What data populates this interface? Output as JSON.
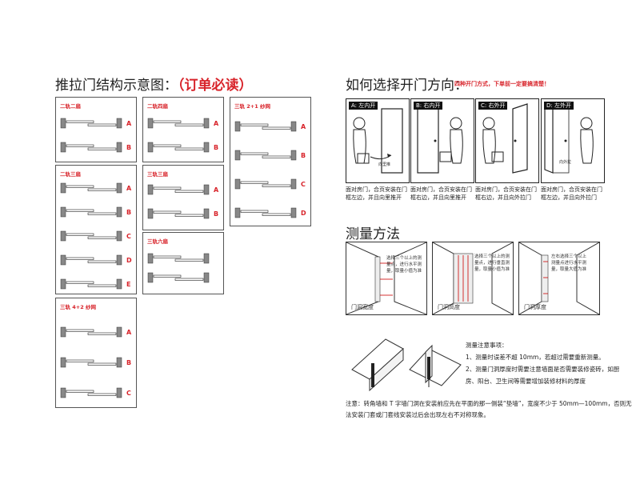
{
  "left_section": {
    "title": "推拉门结构示意图：",
    "title_emphasis": "（订单必读）",
    "panels": [
      {
        "title": "二轨二扇",
        "rows": [
          "A",
          "B"
        ]
      },
      {
        "title": "二轨四扇",
        "rows": [
          "A",
          "B"
        ]
      },
      {
        "title": "三轨 2+1 纱网",
        "rows": [
          "A",
          "B",
          "C",
          "D"
        ]
      },
      {
        "title": "二轨三扇",
        "rows": [
          "A",
          "B",
          "C",
          "D",
          "E"
        ]
      },
      {
        "title": "三轨三扇",
        "rows": [
          "A",
          "B"
        ]
      },
      {
        "title": "三轨六扇",
        "rows": []
      },
      {
        "title": "三轨 4+2 纱网",
        "rows": [
          "A",
          "B",
          "C"
        ]
      }
    ]
  },
  "right_section": {
    "title": "如何选择开门方向：",
    "title_note": "四种开门方式，下单前一定要搞清楚！",
    "doors": [
      {
        "label": "A: 左内开",
        "desc": "面对房门，合页安装在门框左边，并且向里推开"
      },
      {
        "label": "B: 右内开",
        "desc": "面对房门，合页安装在门框右边，并且向里推开"
      },
      {
        "label": "C: 右外开",
        "desc": "面对房门，合页安装在门框右边，并且向外拉门"
      },
      {
        "label": "D: 左外开",
        "desc": "面对房门，合页安装在门框左边，并且向外拉门"
      }
    ],
    "door_arrow_label": "向里推",
    "door_arrow_label_2": "向外拉",
    "measure_title": "测量方法",
    "measure_boxes": [
      {
        "caption": "门洞宽度",
        "note": "选择三个以上的测量点，进行水平测量，取量小值为准"
      },
      {
        "caption": "门洞高度",
        "note": "选择三个以上的测量点，进行垂直测量，取量小值为准"
      },
      {
        "caption": "门洞厚度",
        "note": "左右选择三个以上测量点进行水平测量，取量大值为准"
      }
    ],
    "notes_title": "测量注意事项：",
    "notes": [
      "1、测量时误差不超 10mm，若超过需要重新测量。",
      "2、测量门洞厚度时需要注意墙面是否需要装修瓷砖，如厨房、阳台、卫生间等需要增加装修材料的厚度"
    ],
    "footer": "注意：转角墙和 T 字墙门洞在安装前应先在平面的那一侧装“垫墙”，宽度不少于 50mm—100mm，否则无法安装门套或门套线安装过后会出现左右不对称现象。"
  }
}
